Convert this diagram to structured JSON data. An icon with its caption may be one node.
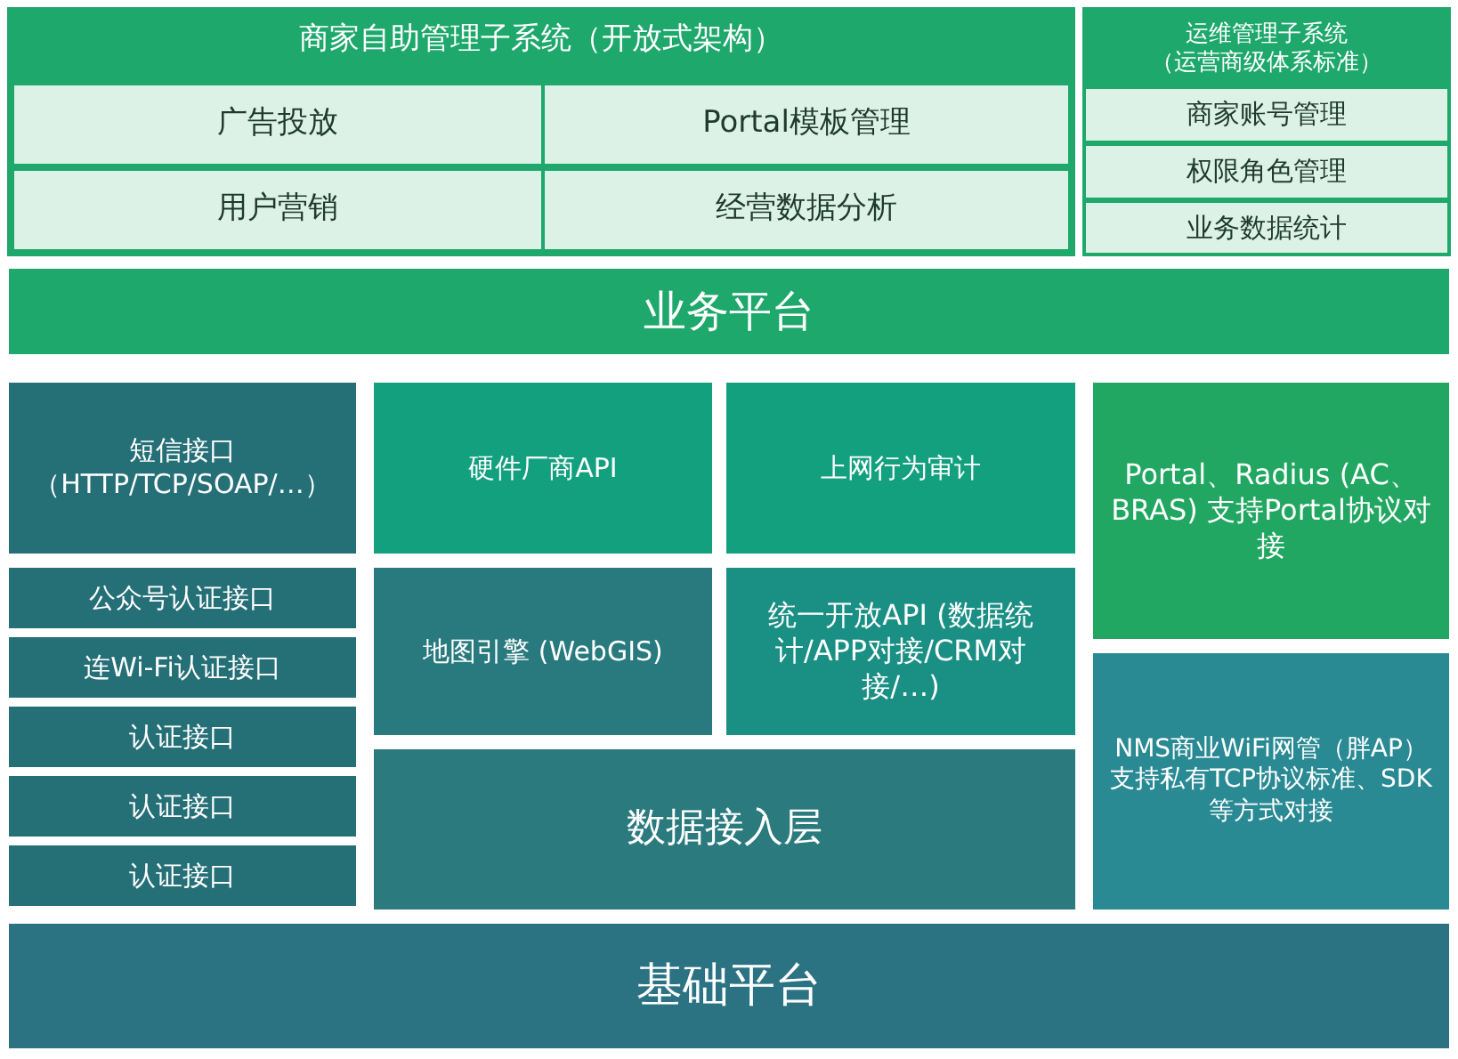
{
  "diagram": {
    "nodes": [
      {
        "text": [
          "商家自助管理子系统（开放式架构）"
        ]
      },
      {
        "text": [
          "广告投放"
        ],
        "in": 0
      },
      {
        "text": [
          "Portal模板管理"
        ],
        "in": 0
      },
      {
        "text": [
          "用户营销"
        ],
        "in": 0
      },
      {
        "text": [
          "经营数据分析"
        ],
        "in": 0
      },
      {
        "text": [
          "运维管理子系统",
          "（运营商级体系标准）"
        ]
      },
      {
        "text": [
          "商家账号管理"
        ],
        "in": 5
      },
      {
        "text": [
          "权限角色管理"
        ],
        "in": 5
      },
      {
        "text": [
          "业务数据统计"
        ],
        "in": 5
      },
      {
        "text": [
          "业务平台"
        ]
      },
      {
        "text": [
          "短信接口",
          "（HTTP/TCP/SOAP/…）"
        ]
      },
      {
        "text": [
          "公众号认证接口"
        ]
      },
      {
        "text": [
          "连Wi-Fi认证接口"
        ]
      },
      {
        "text": [
          "认证接口"
        ]
      },
      {
        "text": [
          "认证接口"
        ]
      },
      {
        "text": [
          "认证接口"
        ]
      },
      {
        "text": [
          "硬件厂商API"
        ]
      },
      {
        "text": [
          "上网行为审计"
        ]
      },
      {
        "text": [
          "Portal、Radius (AC、BRAS) 支持Portal协议对接"
        ]
      },
      {
        "text": [
          "地图引擎 (WebGIS)"
        ]
      },
      {
        "text": [
          "统一开放API (数据统计/APP对接/CRM对接/…)"
        ]
      },
      {
        "text": [
          "NMS商业WiFi网管（胖AP）",
          "支持私有TCP协议标准、SDK等方式对接"
        ]
      },
      {
        "text": [
          "数据接入层"
        ]
      },
      {
        "text": [
          "基础平台"
        ]
      }
    ]
  }
}
